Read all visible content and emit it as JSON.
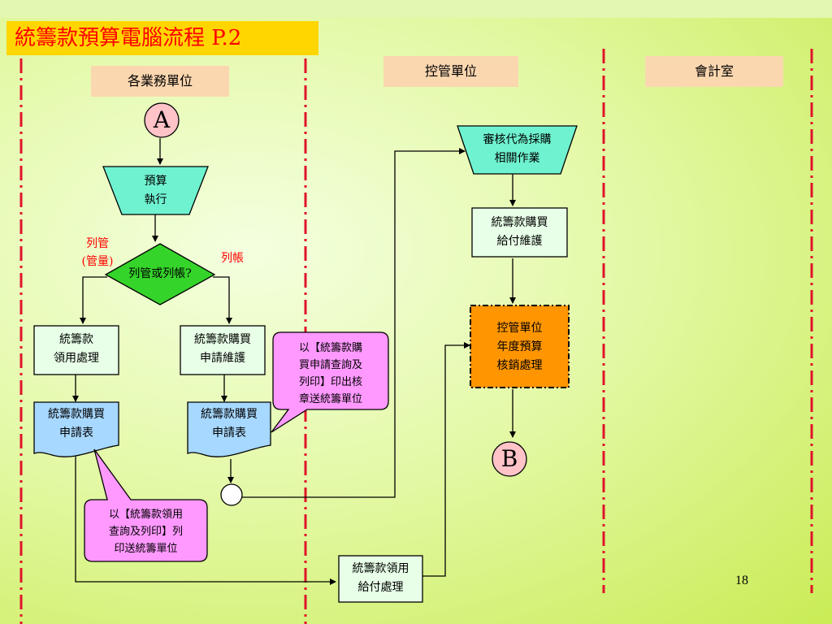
{
  "slide": {
    "title": "統籌款預算電腦流程 P.2",
    "page_number": "18"
  },
  "lanes": {
    "business": "各業務單位",
    "control": "控管單位",
    "accounting": "會計室"
  },
  "nodes": {
    "connector_a": "A",
    "budget_exec": [
      "預算",
      "執行"
    ],
    "decision": "列管或列帳?",
    "branch_left": [
      "列管",
      "(管量)"
    ],
    "branch_right": "列帳",
    "use_process": [
      "統籌款",
      "領用處理"
    ],
    "purchase_maint": [
      "統籌款購買",
      "申請維護"
    ],
    "form_left": [
      "統籌款購買",
      "申請表"
    ],
    "form_right": [
      "統籌款購買",
      "申請表"
    ],
    "callout_right": [
      "以【統籌款購",
      "買申請查詢及",
      "列印】印出核",
      "章送統籌單位"
    ],
    "callout_left": [
      "以【統籌款領用",
      "查詢及列印】列",
      "印送統籌單位"
    ],
    "review": [
      "審核代為採購",
      "相關作業"
    ],
    "pay_maint": [
      "統籌款購買",
      "給付維護"
    ],
    "annual_writeoff": [
      "控管單位",
      "年度預算",
      "核銷處理"
    ],
    "connector_b": "B",
    "use_pay": [
      "統籌款領用",
      "給付處理"
    ]
  }
}
